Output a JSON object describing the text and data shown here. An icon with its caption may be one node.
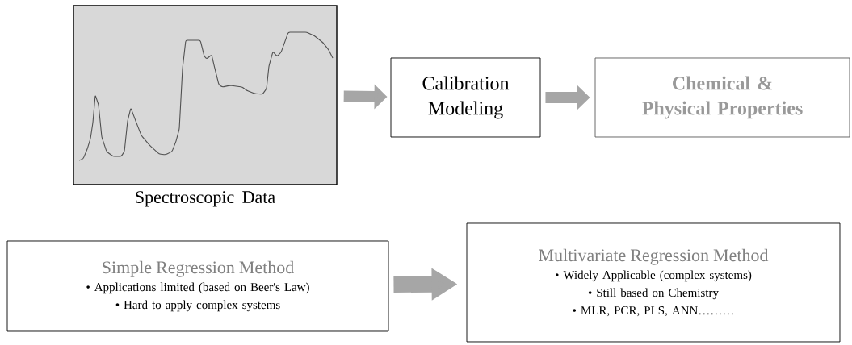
{
  "diagram": {
    "nodes": [
      {
        "text": [],
        "shape": "picture",
        "beside": [
          "Spectroscopic Data"
        ]
      },
      {
        "text": [
          "Calibration Modeling"
        ]
      },
      {
        "text": [
          "Chemical & Physical Properties"
        ]
      },
      {
        "text": [
          "Simple Regression Method",
          "• Applications limited (based on Beer's Law)",
          "• Hard to apply complex systems"
        ]
      },
      {
        "text": [
          "Multivariate Regression Method",
          "• Widely Applicable (complex systems)",
          "• Still based on Chemistry",
          "• MLR, PCR, PLS, ANN………"
        ]
      }
    ],
    "edges": [
      {
        "from": 0,
        "to": 1,
        "arrow": "to"
      },
      {
        "from": 1,
        "to": 2,
        "arrow": "to"
      },
      {
        "from": 3,
        "to": 4,
        "arrow": "to"
      }
    ]
  }
}
